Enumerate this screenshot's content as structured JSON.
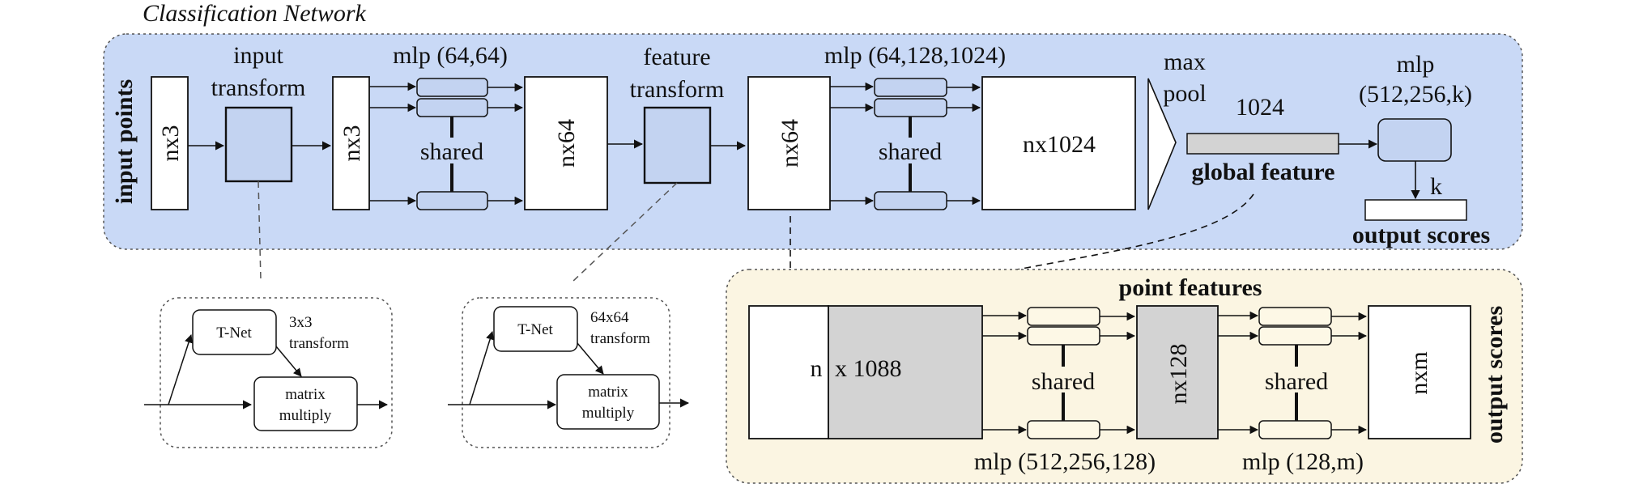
{
  "classification": {
    "title": "Classification Network",
    "input_points": "input points",
    "nx3_a": "nx3",
    "input_transform": [
      "input",
      "transform"
    ],
    "nx3_b": "nx3",
    "mlp1": "mlp (64,64)",
    "shared1": "shared",
    "nx64_a": "nx64",
    "feature_transform": [
      "feature",
      "transform"
    ],
    "nx64_b": "nx64",
    "mlp2": "mlp (64,128,1024)",
    "shared2": "shared",
    "nx1024": "nx1024",
    "max_pool": [
      "max",
      "pool"
    ],
    "global_dim": "1024",
    "global_feature": "global feature",
    "mlp3": [
      "mlp",
      "(512,256,k)"
    ],
    "k": "k",
    "output_scores": "output scores"
  },
  "tnet1": {
    "tnet": "T-Net",
    "transform": [
      "3x3",
      "transform"
    ],
    "matrix": [
      "matrix",
      "multiply"
    ]
  },
  "tnet2": {
    "tnet": "T-Net",
    "transform": [
      "64x64",
      "transform"
    ],
    "matrix": [
      "matrix",
      "multiply"
    ]
  },
  "segmentation": {
    "point_features": "point features",
    "n": "n",
    "x1088": "x 1088",
    "shared1": "shared",
    "nx128": "nx128",
    "shared2": "shared",
    "nxm": "nxm",
    "mlp1": "mlp (512,256,128)",
    "mlp2": "mlp (128,m)",
    "output_scores": "output scores"
  },
  "colors": {
    "classification_bg": "#c9d9f6",
    "segmentation_bg": "#fbf5e2",
    "mlp_node_blue": "#c3d3f1",
    "mlp_node_cream": "#fdf8e6",
    "gray_block": "#d3d3d3"
  }
}
